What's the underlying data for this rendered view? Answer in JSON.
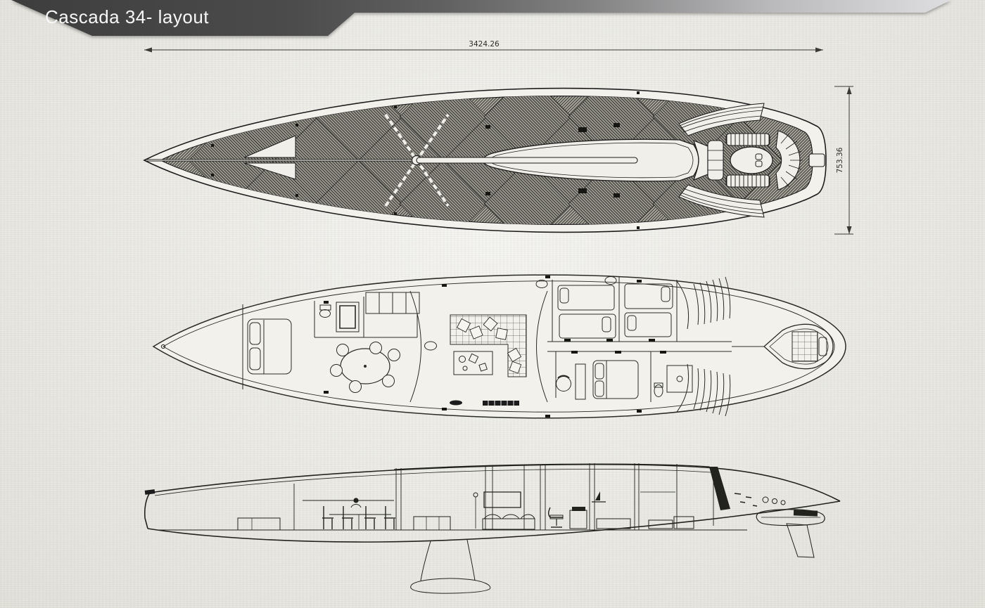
{
  "header": {
    "title": "Cascada 34- layout"
  },
  "dimensions": {
    "length": "3424.26",
    "beam": "753.36"
  },
  "colors": {
    "banner_dark": "#3d3d3d",
    "banner_light": "#dedee0",
    "paper": "#eae9e3",
    "ink": "#1c1c1c",
    "deck_teak": "#8f8d84"
  }
}
